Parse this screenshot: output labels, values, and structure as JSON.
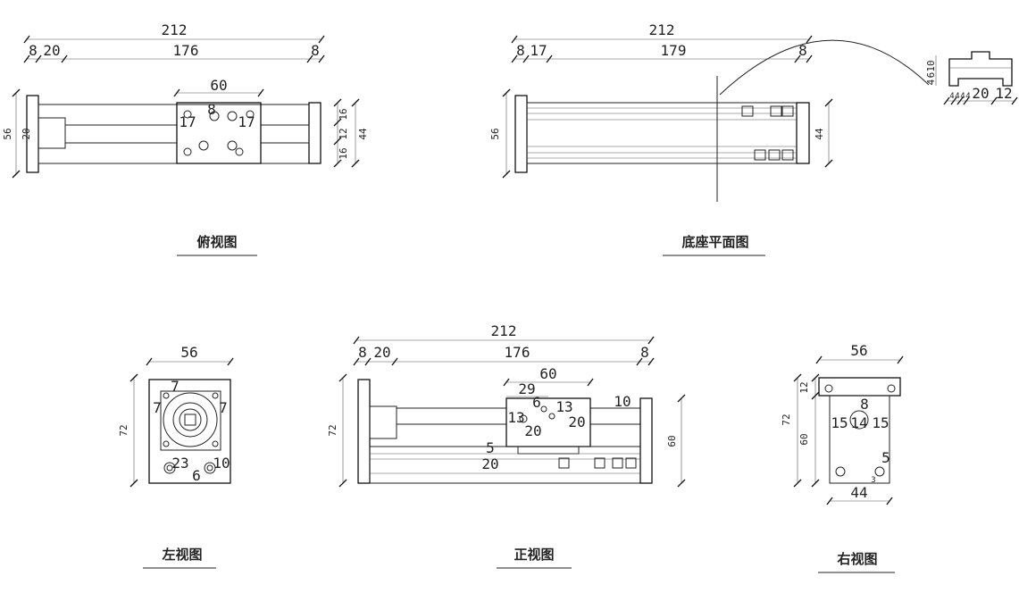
{
  "views": {
    "top": {
      "title": "俯视图",
      "dims": {
        "overall": "212",
        "left_cap": "8",
        "gap": "20",
        "span": "176",
        "right_cap": "8",
        "carriage_w": "60",
        "height": "56",
        "motor": "20",
        "r16a": "16",
        "r12": "12",
        "r16b": "16",
        "r44": "44",
        "h17a": "17",
        "h8": "8",
        "h17b": "17"
      }
    },
    "base": {
      "title": "底座平面图",
      "dims": {
        "overall": "212",
        "left_cap": "8",
        "gap": "17",
        "span": "179",
        "right_cap": "8",
        "height": "56",
        "width": "44"
      },
      "profile": {
        "d10": "10",
        "d6": "6",
        "d4": "4",
        "b4a": "4",
        "b4b": "4",
        "b4c": "4",
        "b4d": "4",
        "b20": "20",
        "b12": "12"
      }
    },
    "left": {
      "title": "左视图",
      "dims": {
        "width": "56",
        "height": "72",
        "m7a": "7",
        "m7b": "7",
        "m7c": "7",
        "s23": "23",
        "s10": "10",
        "s6": "6"
      }
    },
    "front": {
      "title": "正视图",
      "dims": {
        "overall": "212",
        "left_cap": "8",
        "gap": "20",
        "span": "176",
        "right_cap": "8",
        "carriage_w": "60",
        "c29": "29",
        "c6": "6",
        "c13a": "13",
        "c13b": "13",
        "c20a": "20",
        "c20b": "20",
        "c10": "10",
        "c5": "5",
        "c20c": "20",
        "height": "72",
        "right_h": "60"
      }
    },
    "right": {
      "title": "右视图",
      "dims": {
        "width": "56",
        "height": "72",
        "inner_h": "60",
        "top12": "12",
        "s15a": "15",
        "s14": "14",
        "s15b": "15",
        "s8": "8",
        "s5": "5",
        "s3": "3",
        "bottom": "44"
      }
    }
  }
}
